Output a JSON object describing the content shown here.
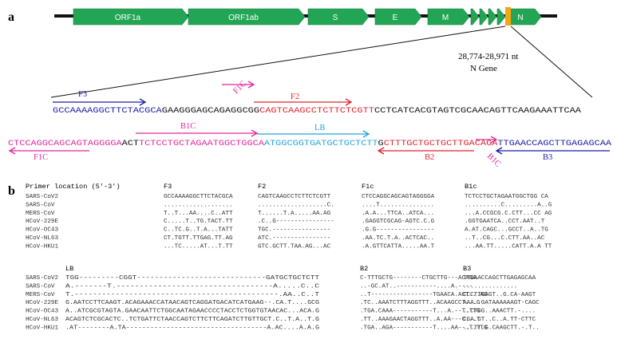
{
  "panel_a": {
    "label": "a",
    "genes": [
      "ORF1a",
      "ORF1ab",
      "S",
      "E",
      "M",
      "N"
    ],
    "range_text": "28,774-28,971 nt",
    "gene_text": "N Gene",
    "seq_line1": [
      {
        "t": "GCCAAAAGGCTTCTACGCA",
        "c": "#1a1aa6"
      },
      {
        "t": "GAAGGGAGCAGAGGCGG",
        "c": "#111111"
      },
      {
        "t": "CAGTCAAGCCTCTTCTCGTT",
        "c": "#e0242c"
      },
      {
        "t": "CCTCATCACGTAGTCGCAACAGTTCAAGAAATTCAA",
        "c": "#111111"
      }
    ],
    "seq_line2": [
      {
        "t": "CTCCAGGCAGCAGTAGGGGA",
        "c": "#e0289a"
      },
      {
        "t": "ACT",
        "c": "#111111"
      },
      {
        "t": "TCTCCTGCTAGAATGGCTGGCA",
        "c": "#e0289a"
      },
      {
        "t": "ATGGCGGTGATGCTGCTCTT",
        "c": "#21a5d6"
      },
      {
        "t": "G",
        "c": "#111111"
      },
      {
        "t": "CTTTGCTGCTGCTTGACAGA",
        "c": "#e0242c"
      },
      {
        "t": "TTGAACCAGCTTGAGAGCAA",
        "c": "#1a1aa6"
      }
    ],
    "primers": {
      "F3": "F3",
      "F2": "F2",
      "F1C_top": "F1C",
      "B1C": "B1C",
      "LB": "LB",
      "F1C_bottom": "F1C",
      "B2": "B2",
      "B1C_bottom": "B1C",
      "B3": "B3"
    },
    "colors": {
      "gene": "#22a655",
      "gene_stroke": "#148040",
      "target": "#f5a511",
      "blue": "#1a1aa6",
      "red": "#e0242c",
      "magenta": "#e0289a",
      "cyan": "#21a5d6"
    }
  },
  "panel_b": {
    "label": "b",
    "header_label": "Primer location (5'-3')",
    "viruses": [
      "SARS-CoV2",
      "SARS-CoV",
      "MERS-CoV",
      "HCoV-229E",
      "HCoV-OC43",
      "HCoV-NL63",
      "HCoV-HKU1"
    ],
    "top_block": [
      {
        "title": "F3",
        "rows": [
          "GCCAAAAGGCTTCTACGCA",
          "...................",
          "T..T...AA....C..ATT",
          "C.....T..TG.TACT.TT",
          "C..TC.G..T.A...TATT",
          "CT.TGTT.TTGAG.TT.AG",
          "...TC.....AT...T.TT"
        ]
      },
      {
        "title": "F2",
        "rows": [
          "CAGTCAAGCCTCTTCTCGTT",
          "...................C.",
          "T......T.A.....AA.AG",
          ".C..G----------------",
          "TGC.----------------",
          "ATC.----------------",
          "GTC.GCTT.TAA.AG...AC"
        ]
      },
      {
        "title": "F1c",
        "rows": [
          "CTCCAGGCAGCAGTAGGGGA",
          "....T...............",
          ".A.A...TTCA..ATCA...",
          ".GAGGTCGCAG-AGTC.C.G",
          ".G.G----------------",
          ".AA.TC.T.A..ACTCAC..",
          ".A.GTTCATTA.....AA.T"
        ]
      },
      {
        "title": "B1c",
        "rows": [
          "TCTCCTGCTAGAATGGCTGG CA",
          "..........C.........A..G",
          "...A.CCGCG.C.CTT...CC AG",
          ".GGTGAATCA..CCT.AAT..T",
          "A.AT.CAGC...GCCT..A..TG",
          "..T..CG...C.CTT.AA..AC",
          "...AA.TT.....CATT.A.A TT"
        ]
      }
    ],
    "bottom_block": [
      {
        "title": "LB",
        "rows": [
          "TGG---------CGGT-----------------------------GATGCTGCTCTT",
          "A.-------T.----------------------------------A.....C..C",
          "T.---------------------------------------------.AA..C..T",
          "G.AATCCTTCAAGT.ACAGAAACCATAACAGTCAGGATGACATCATGAAG--.CA.T....GCG",
          "A..ATCGCGTAGTA.GAACAATTCTGGCAATAGAACCCCTACCTCTGGTGTAACAC...ACA.G",
          "ACAGTCTCGCACTC..TCTGATTCTAACCAGTCTTCTTCAGATCTTGTTGCT.C..T.A..T.G",
          ".AT--------A.TA-----------------------------------A.AC....A.A.G"
        ]
      },
      {
        "title": "B2",
        "rows": [
          "C-TTTGCTG--------CTGCTTG---ACAGA",
          "..-GC.AT..-----------....A.----",
          "..T-----------------TGAACA.ACT...AG",
          ".TC..AAATCTTTAGGTTT..ACAAGCCT...G",
          ".TGA.CAAA-----------T...A.--T.TTG",
          ".TT..AAAGAACTAGGTTT..A.AA---C...T",
          ".TGA..AGA-----------T....AA--.T.TTG"
        ]
      },
      {
        "title": "B3",
        "rows": [
          "TTGAACCAGCTTGAGAGCAA",
          "...............",
          "CCCTTGAGT..G.CA-AAGT",
          "AAA..GATAAAAAAGT-CAGC",
          "..CTGG..AAACTT.-....",
          "CGA.GT..C..A.TT-CTTC",
          "...TT.G.CAAGCTT.-.T.."
        ]
      }
    ]
  }
}
